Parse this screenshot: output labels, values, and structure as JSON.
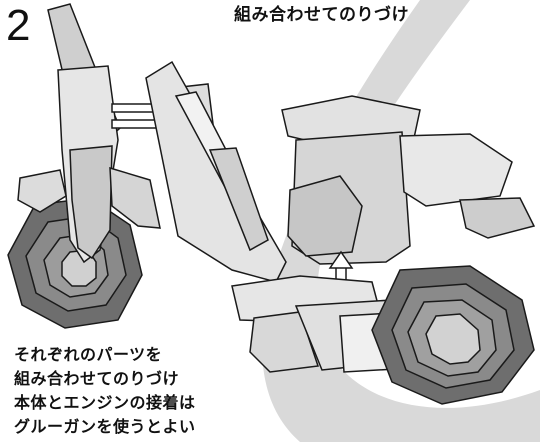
{
  "step": {
    "number": "2"
  },
  "caption": {
    "text": "組み合わせてのりづけ"
  },
  "instructions": {
    "lines": [
      "それぞれのパーツを",
      "組み合わせてのりづけ",
      "本体とエンジンの接着は",
      "グルーガンを使うとよい"
    ]
  },
  "colors": {
    "paper_light": "#ececec",
    "paper_mid": "#c8c8c8",
    "tire_dark": "#6e6e6e",
    "swoosh": "#d6d6d6",
    "outline": "#1a1a1a"
  }
}
